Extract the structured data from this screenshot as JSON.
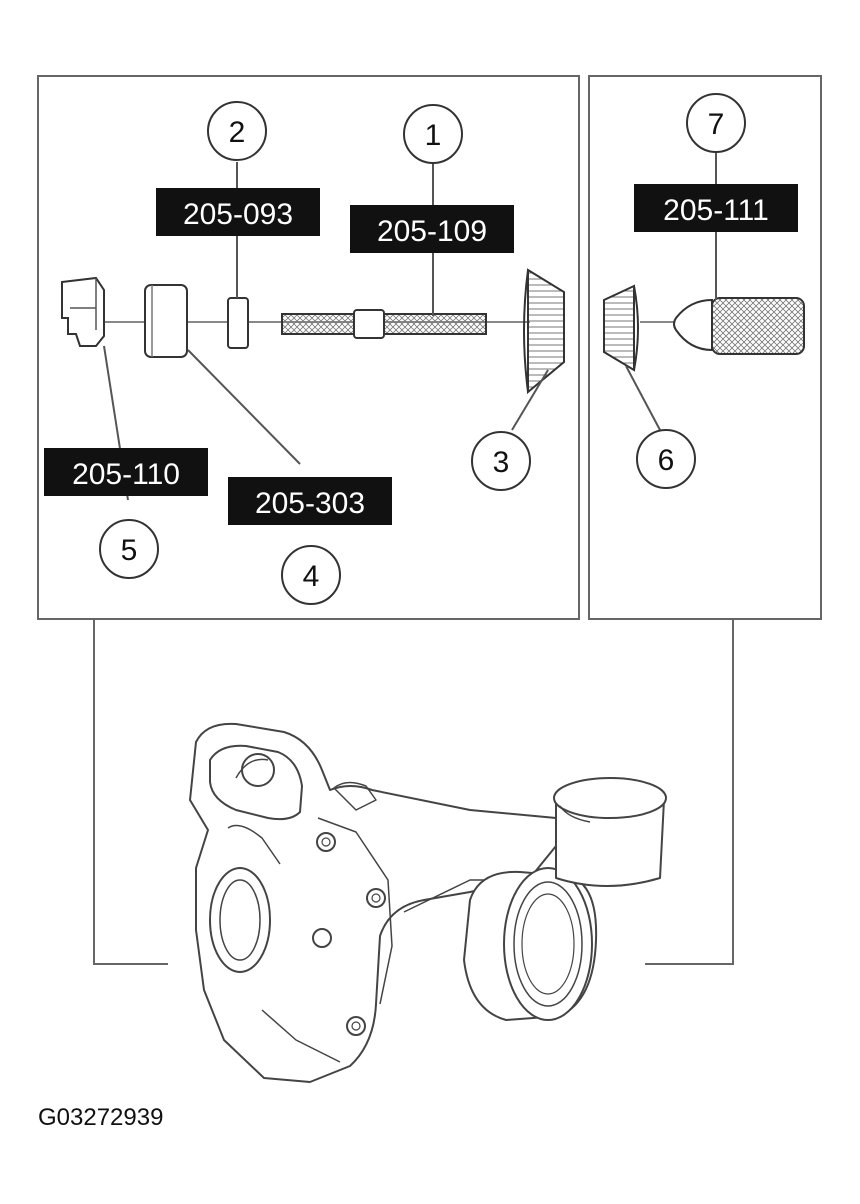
{
  "figure_id": "G03272939",
  "callouts": [
    {
      "number": "1",
      "tool": "205-109"
    },
    {
      "number": "2",
      "tool": "205-093"
    },
    {
      "number": "3",
      "tool": ""
    },
    {
      "number": "4",
      "tool": "205-303"
    },
    {
      "number": "5",
      "tool": "205-110"
    },
    {
      "number": "6",
      "tool": ""
    },
    {
      "number": "7",
      "tool": "205-111"
    }
  ],
  "colors": {
    "line": "#555555",
    "tag_bg": "#111111",
    "tag_text": "#ffffff"
  }
}
